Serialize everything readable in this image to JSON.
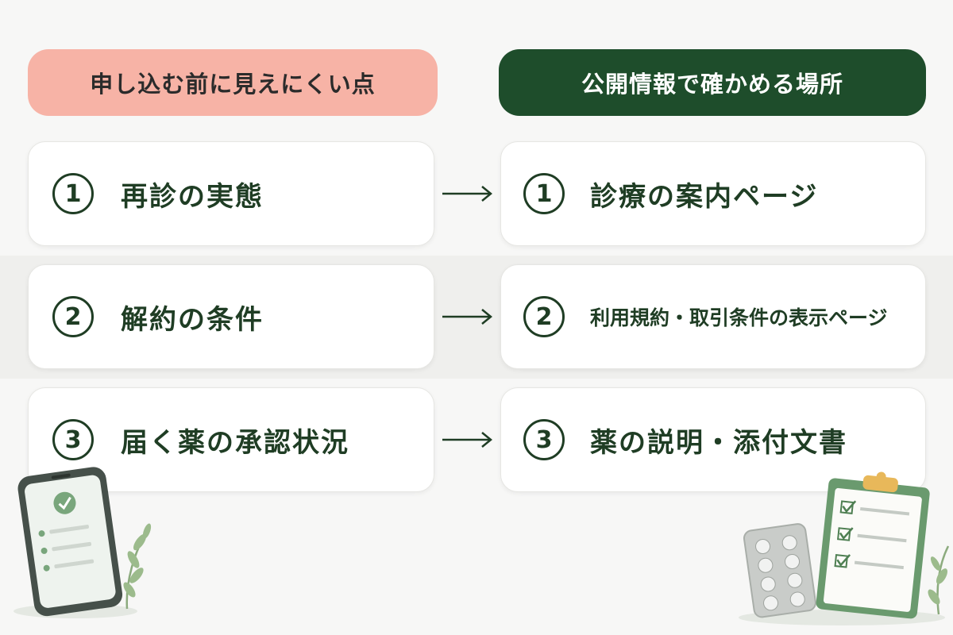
{
  "headers": {
    "left": "申し込む前に見えにくい点",
    "right": "公開情報で確かめる場所"
  },
  "rows": [
    {
      "num": "1",
      "left": "再診の実態",
      "right": "診療の案内ページ"
    },
    {
      "num": "2",
      "left": "解約の条件",
      "right": "利用規約・取引条件の表示ページ"
    },
    {
      "num": "3",
      "left": "届く薬の承認状況",
      "right": "薬の説明・添付文書"
    }
  ],
  "icons": {
    "arrow": "right-arrow-icon",
    "phone": "smartphone-checklist-icon",
    "clipboard": "clipboard-checklist-icon",
    "pills": "pill-blister-pack-icon",
    "plant": "leaf-sprig-icon"
  },
  "colors": {
    "left_header_bg": "#f7b3a6",
    "right_header_bg": "#1e4d2b",
    "text_dark_green": "#1f3d24",
    "card_bg": "#ffffff",
    "accent_green": "#6a9a6e"
  }
}
